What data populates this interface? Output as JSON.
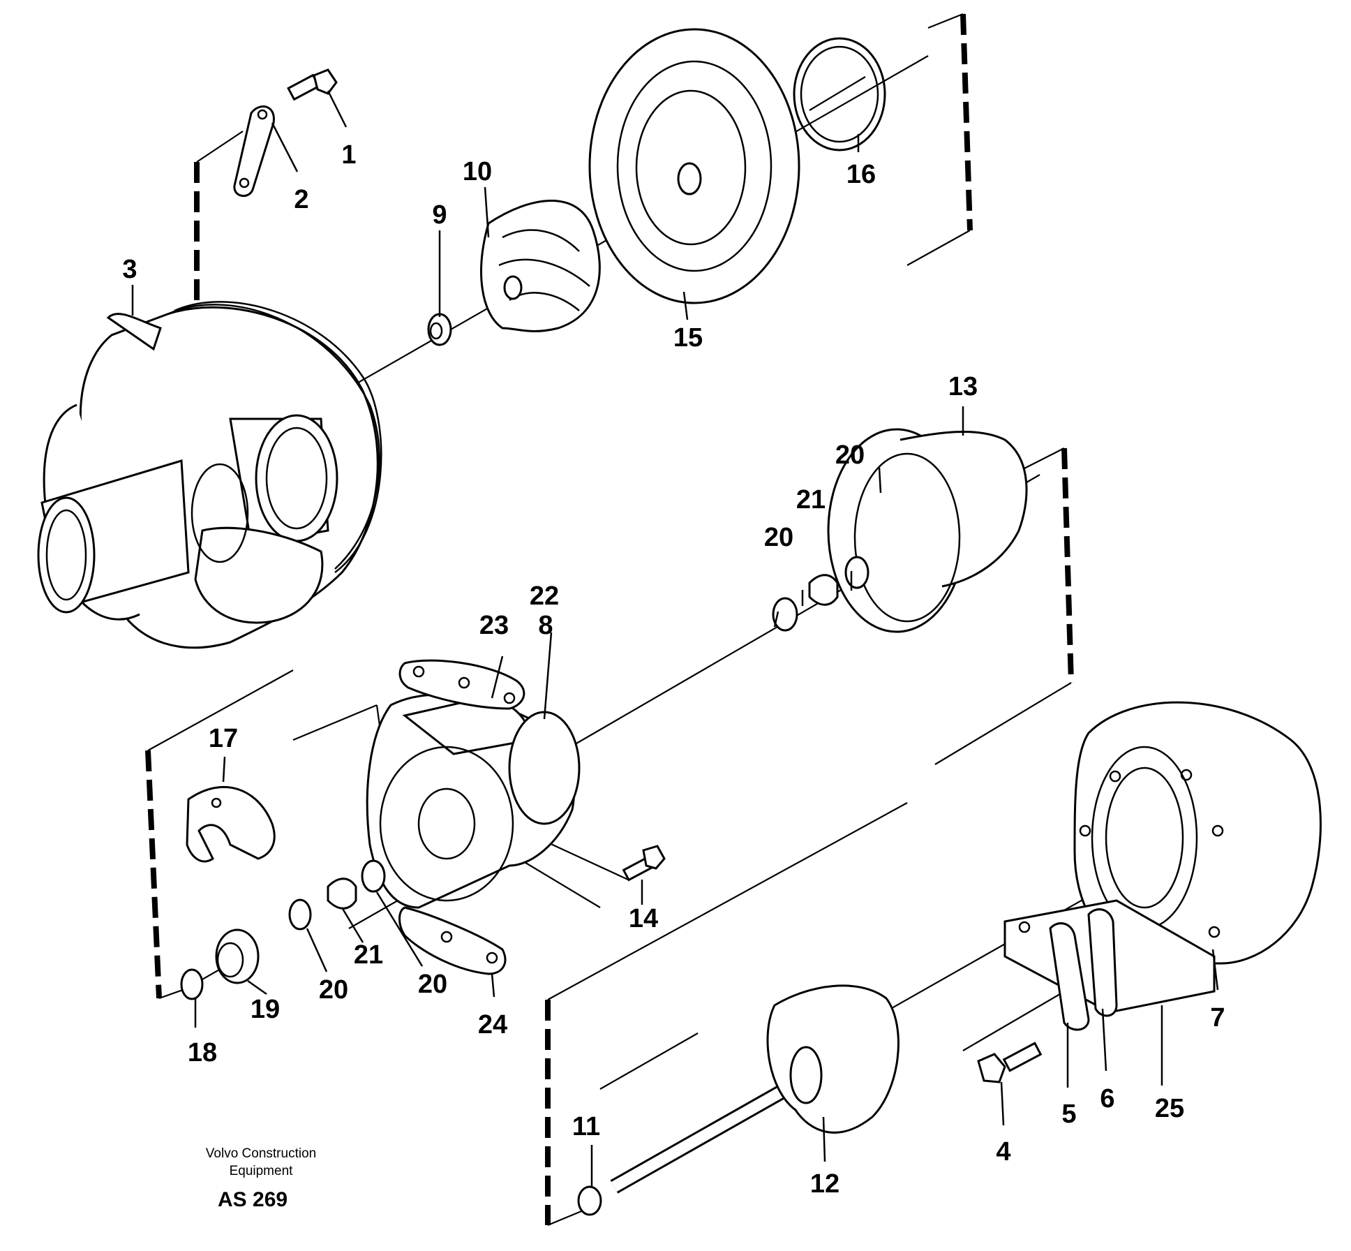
{
  "callouts": [
    "1",
    "2",
    "3",
    "4",
    "5",
    "6",
    "7",
    "8",
    "9",
    "10",
    "11",
    "12",
    "13",
    "14",
    "15",
    "16",
    "17",
    "18",
    "19",
    "20",
    "20",
    "20",
    "20",
    "21",
    "21",
    "22",
    "23",
    "24",
    "25"
  ],
  "caption": {
    "line1": "Volvo Construction",
    "line2": "Equipment",
    "code": "AS 269"
  }
}
